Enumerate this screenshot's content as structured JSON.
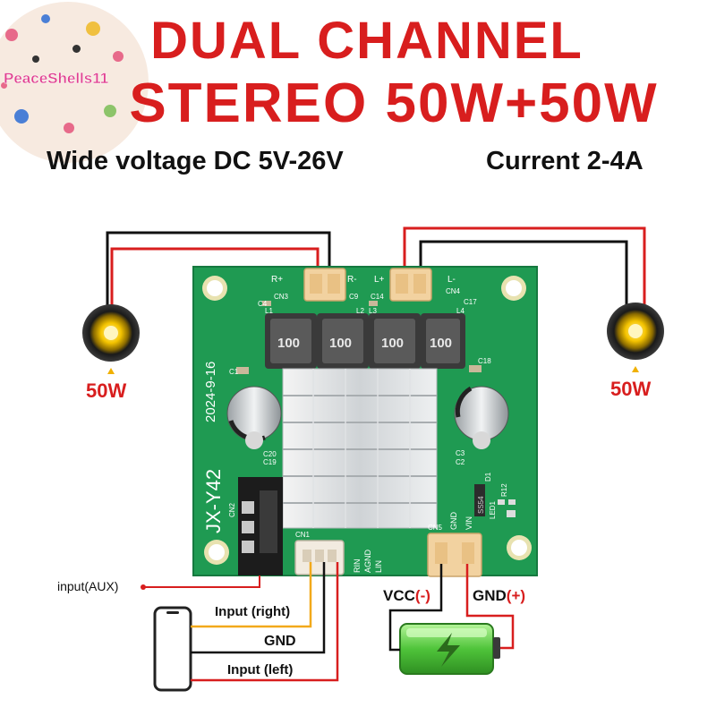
{
  "header": {
    "title_line1": "DUAL CHANNEL",
    "title_line2": "STEREO 50W+50W",
    "spec_voltage": "Wide voltage DC 5V-26V",
    "spec_current": "Current 2-4A"
  },
  "watermark": {
    "text": "PeaceShells11"
  },
  "speakers": {
    "left_power": "50W",
    "right_power": "50W"
  },
  "board": {
    "model": "JX-Y42",
    "date": "2024-9-16",
    "output_labels": [
      "R+",
      "R-",
      "L+",
      "L-"
    ],
    "inductor_values": [
      "100",
      "100",
      "100",
      "100"
    ],
    "silkscreen": [
      "CN3",
      "C4",
      "L1",
      "C9",
      "L2",
      "C14",
      "L3",
      "CN4",
      "C17",
      "L4",
      "C1",
      "C18",
      "C20",
      "C19",
      "C3",
      "C2",
      "CN2",
      "CN1",
      "CN5",
      "LED1",
      "R12",
      "D1",
      "SS54"
    ],
    "input_pin_labels": [
      "RIN",
      "AGND",
      "LIN"
    ],
    "power_pin_labels": [
      "GND",
      "VIN"
    ]
  },
  "wiring": {
    "aux_label": "input(AUX)",
    "input_right": "Input (right)",
    "gnd": "GND",
    "input_left": "Input (left)",
    "vcc_label": "VCC",
    "vcc_sign": "(-)",
    "gnd_plus_label": "GND",
    "gnd_plus_sign": "(+)"
  },
  "colors": {
    "title_red": "#d81e1e",
    "pcb_green": "#1f9a52",
    "wire_red": "#d81e1e",
    "wire_black": "#111111",
    "wire_yellow": "#f2a91b",
    "battery_green": "#5fd14a"
  },
  "icons": {
    "speaker": "speaker-icon",
    "phone": "phone-icon",
    "battery": "battery-icon",
    "lightning": "lightning-icon"
  }
}
